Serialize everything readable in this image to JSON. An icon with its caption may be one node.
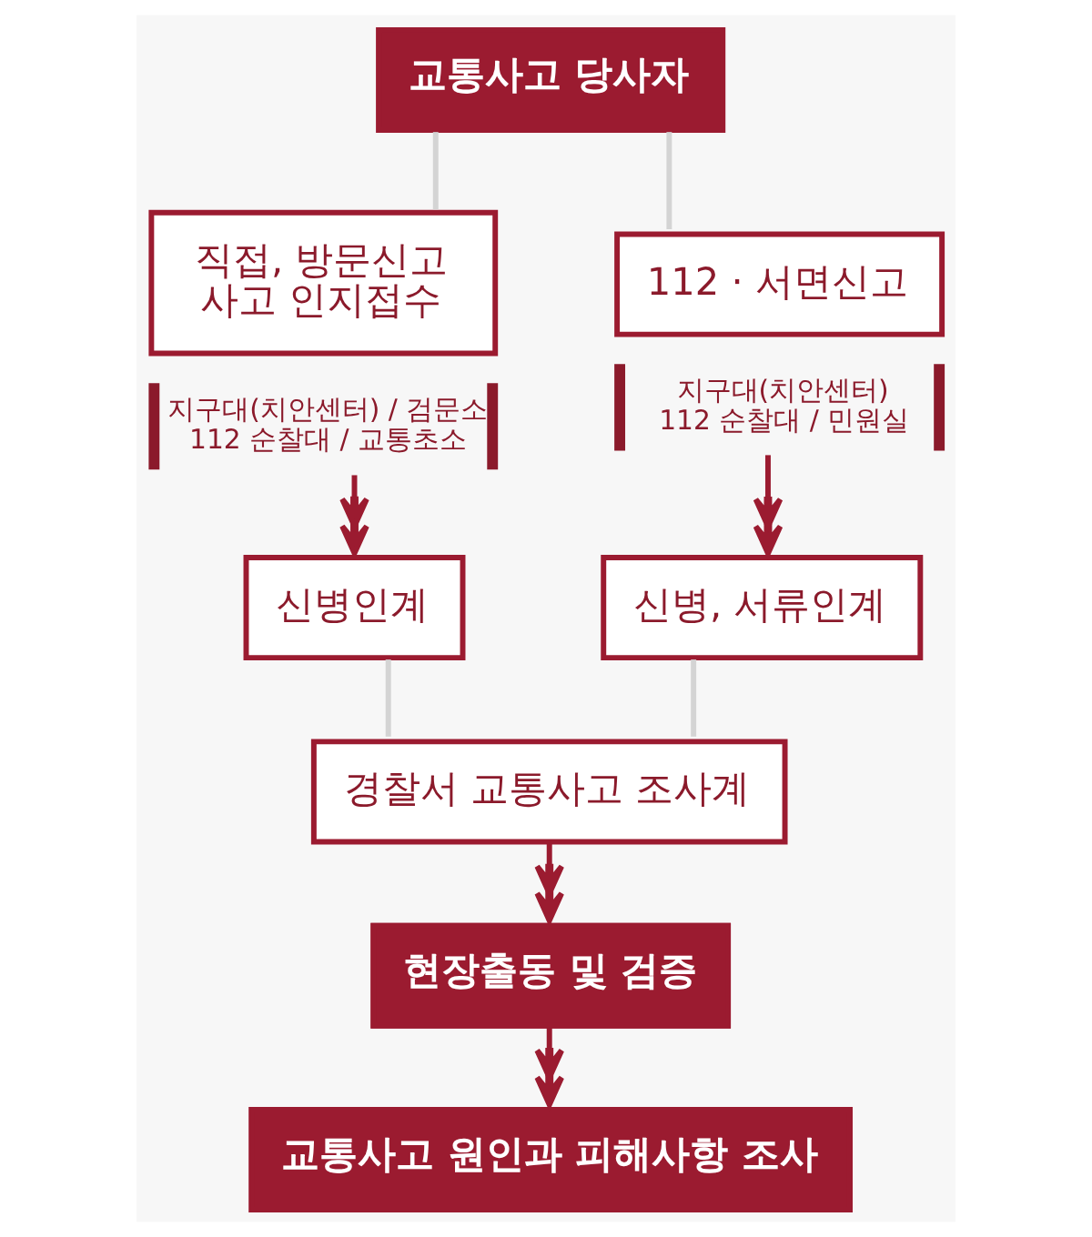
{
  "diagram": {
    "nodes": [
      {
        "text": [
          "교통사고 당사자"
        ]
      },
      {
        "text": [
          "직접, 방문신고 사고 인지접수",
          "지구대(치안센터) / 검문소 112 순찰대 / 교통초소"
        ]
      },
      {
        "text": [
          "112 · 서면신고",
          "지구대(치안센터) 112 순찰대 / 민원실"
        ]
      },
      {
        "text": [
          "신병인계"
        ]
      },
      {
        "text": [
          "신병, 서류인계"
        ]
      },
      {
        "text": [
          "경찰서 교통사고 조사계"
        ]
      },
      {
        "text": [
          "현장출동 및 검증"
        ]
      },
      {
        "text": [
          "교통사고 원인과 피해사항 조사"
        ]
      }
    ],
    "edges": [
      {
        "from": 0,
        "to": 1,
        "arrow": "none",
        "color": "#d4d4d4"
      },
      {
        "from": 0,
        "to": 2,
        "arrow": "none",
        "color": "#d4d4d4"
      },
      {
        "from": 1,
        "to": 3,
        "arrow": "to",
        "color": "#9b1b30"
      },
      {
        "from": 2,
        "to": 4,
        "arrow": "to",
        "color": "#9b1b30"
      },
      {
        "from": 3,
        "to": 5,
        "arrow": "none",
        "color": "#d4d4d4"
      },
      {
        "from": 4,
        "to": 5,
        "arrow": "none",
        "color": "#d4d4d4"
      },
      {
        "from": 5,
        "to": 6,
        "arrow": "to",
        "color": "#9b1b30"
      },
      {
        "from": 6,
        "to": 7,
        "arrow": "to",
        "color": "#9b1b30"
      }
    ]
  }
}
